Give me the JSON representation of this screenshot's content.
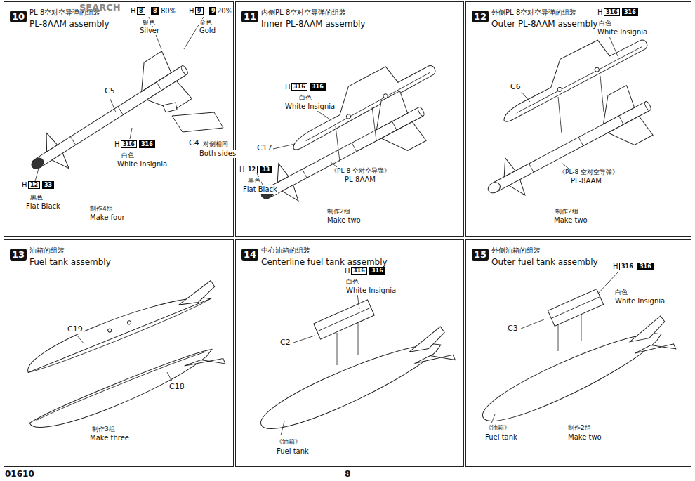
{
  "diagram": {
    "nodes": [
      {
        "text": [
          "10",
          "PL-8空对空导弹的组装",
          "PL-8AAM assembly"
        ]
      },
      {
        "text": [
          "11",
          "内侧PL-8空对空导弹的组装",
          "Inner PL-8AAM assembly"
        ]
      },
      {
        "text": [
          "12",
          "外侧PL-8空对空导弹的组装",
          "Outer PL-8AAM assembly"
        ]
      },
      {
        "text": [
          "13",
          "油箱的组装",
          "Fuel tank assembly"
        ]
      },
      {
        "text": [
          "14",
          "中心油箱的组装",
          "Centerline fuel tank assembly"
        ]
      },
      {
        "text": [
          "15",
          "外侧油箱的组装",
          "Outer fuel tank assembly"
        ]
      }
    ],
    "labels": [
      "H",
      "8",
      "8",
      "80%",
      "银色",
      "Silver",
      "H",
      "9",
      "9",
      "20%",
      "金色",
      "Gold",
      "C5",
      "H",
      "316",
      "316",
      "白色",
      "White Insignia",
      "C4",
      "对侧相同",
      "Both sides",
      "H",
      "12",
      "33",
      "黑色",
      "Flat Black",
      "制作4组",
      "Make four",
      "H",
      "316",
      "316",
      "白色",
      "White Insignia",
      "C17",
      "H",
      "12",
      "33",
      "黑色",
      "Flat Black",
      "《PL-8 空对空导弹》",
      "PL-8AAM",
      "制作2组",
      "Make two",
      "H",
      "316",
      "316",
      "白色",
      "White Insignia",
      "C6",
      "《PL-8 空对空导弹》",
      "PL-8AAM",
      "制作2组",
      "Make two",
      "C19",
      "C18",
      "制作3组",
      "Make three",
      "H",
      "316",
      "316",
      "白色",
      "White Insignia",
      "C2",
      "《油箱》",
      "Fuel tank",
      "H",
      "316",
      "316",
      "白色",
      "White Insignia",
      "C3",
      "《油箱》",
      "Fuel tank",
      "制作2组",
      "Make two",
      "SEARCH",
      "01610",
      "8"
    ]
  }
}
